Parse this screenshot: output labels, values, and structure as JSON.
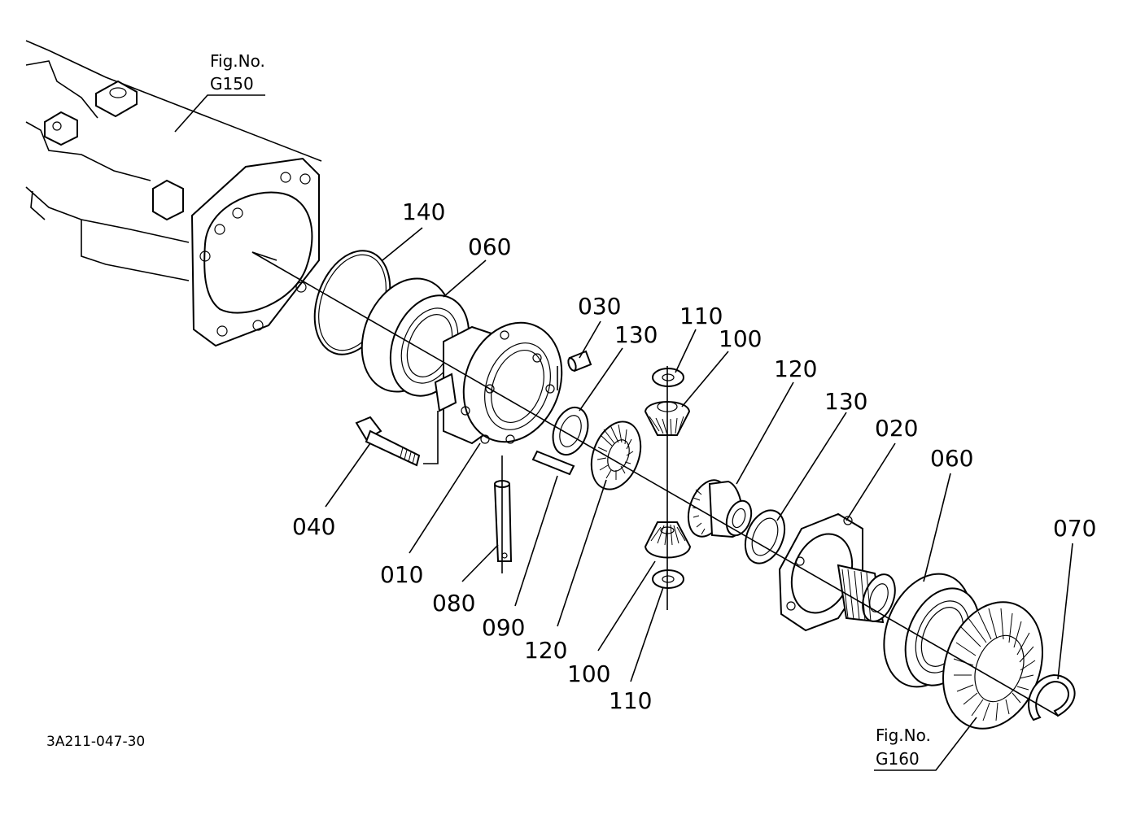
{
  "callouts": {
    "fig_g150": {
      "line1": "Fig.No.",
      "line2": "G150"
    },
    "fig_g160": {
      "line1": "Fig.No.",
      "line2": "G160"
    }
  },
  "parts": {
    "p140": "140",
    "p060_top": "060",
    "p030": "030",
    "p130_top": "130",
    "p110_top": "110",
    "p100_top": "100",
    "p120_right": "120",
    "p130_right": "130",
    "p020": "020",
    "p060_right": "060",
    "p070": "070",
    "p040": "040",
    "p010": "010",
    "p080": "080",
    "p090": "090",
    "p120_bottom": "120",
    "p100_bottom": "100",
    "p110_bottom": "110"
  },
  "drawing_code": "3A211-047-30"
}
